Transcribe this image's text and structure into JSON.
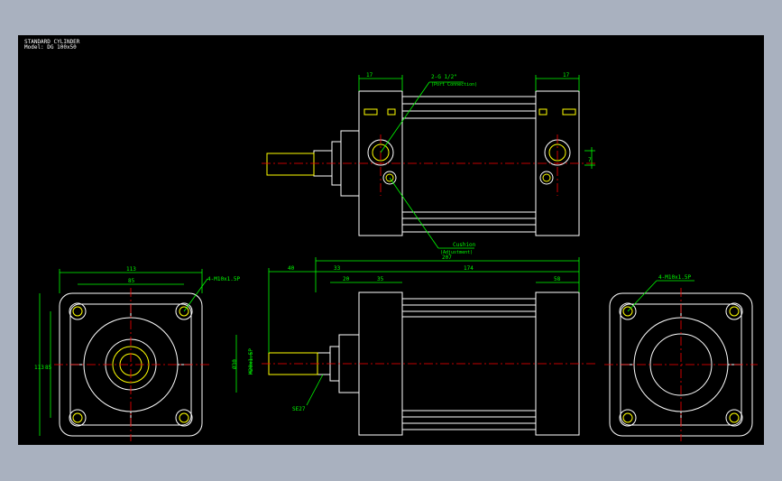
{
  "title": {
    "line1": "STANDARD CYLINDER",
    "line2": "Model: DG 100x50"
  },
  "top_view": {
    "dim_left": "17",
    "dim_right": "17",
    "port_label": "2-G 1/2\"",
    "port_sub": "(Port Connection)",
    "cushion_label": "Cushion",
    "cushion_sub": "(Adjustment)",
    "dim_side": "7"
  },
  "front_view": {
    "dim_width": "113",
    "dim_inner": "85",
    "dim_height": "113",
    "dim_height_inner": "85",
    "thread_label": "4-M10x1.5P"
  },
  "side_view": {
    "dim_total": "207",
    "dim_rod": "40",
    "dim_33": "33",
    "dim_20": "20",
    "dim_35": "35",
    "dim_174": "174",
    "dim_58": "58",
    "dim_bore": "Ø30",
    "dim_thread": "M20x1.5P",
    "dim_flat": "SE27"
  },
  "rear_view": {
    "thread_label": "4-M10x1.5P"
  },
  "colors": {
    "background": "#000000",
    "outline": "#ffffff",
    "dimension": "#00ff00",
    "centerline": "#ff0000",
    "highlight": "#ffff00"
  }
}
